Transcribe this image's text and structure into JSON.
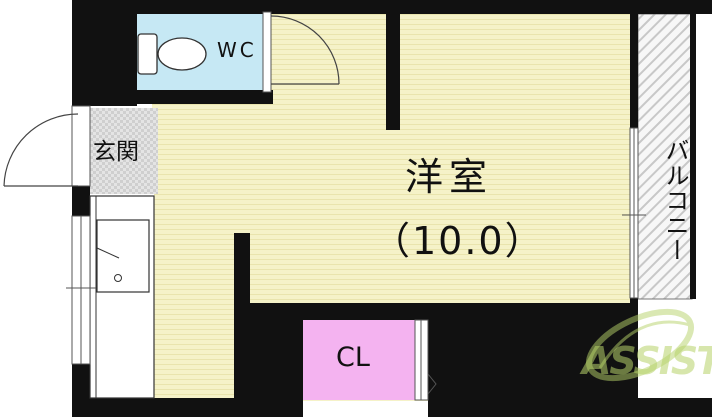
{
  "rooms": {
    "western_room_name": "洋室",
    "western_room_size": "（10.0）",
    "toilet": "WC",
    "entrance": "玄関",
    "closet": "CL",
    "balcony": "バルコニー"
  },
  "watermark": {
    "text": "ASSIST"
  },
  "colors": {
    "room_floor": "#f5f2c8",
    "floor_stripe": "#e9e4ad",
    "toilet_floor": "#c6e8f4",
    "closet_floor": "#f4b3f0",
    "walls": "#111111",
    "tile_grey": "#d6d6d6",
    "watermark_green": "#b7d36a"
  }
}
